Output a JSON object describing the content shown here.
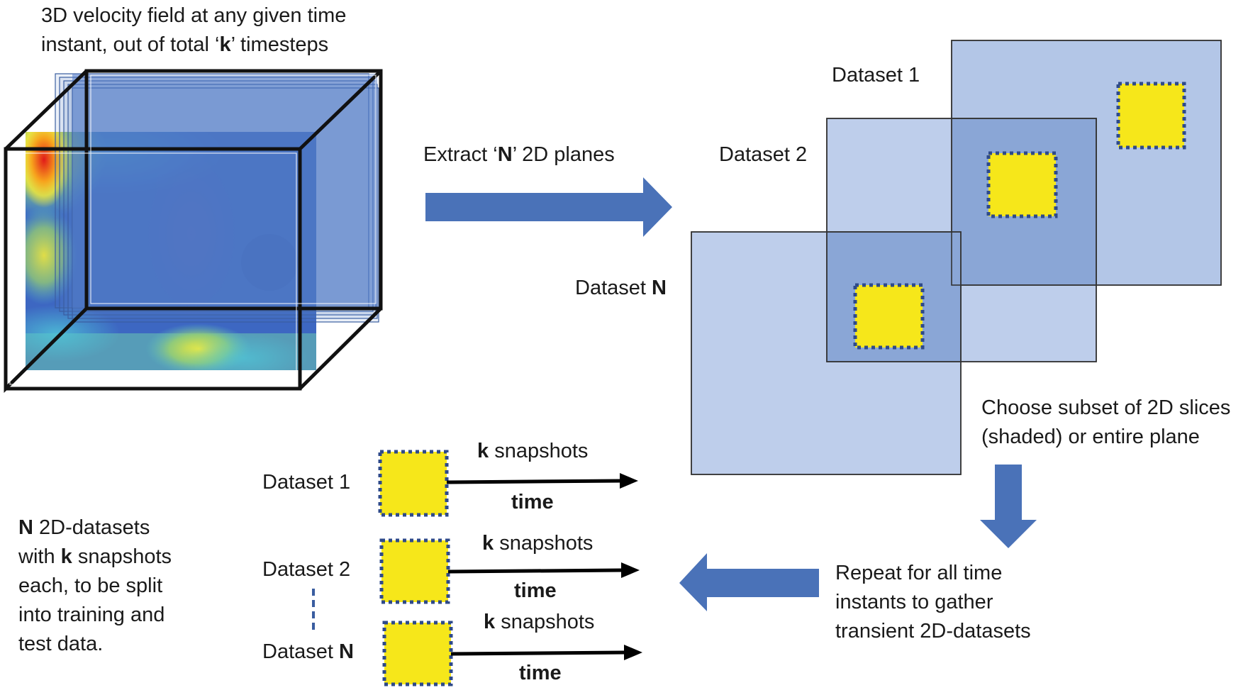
{
  "cube": {
    "caption_line1": "3D velocity field at any given time",
    "caption_line2_pre": "instant, out of total ‘",
    "caption_line2_k": "k",
    "caption_line2_post": "’ timesteps"
  },
  "extract": {
    "pre": "Extract ‘",
    "bold": "N",
    "post": "’ 2D planes"
  },
  "planes": {
    "dataset1": "Dataset 1",
    "dataset2": "Dataset 2",
    "datasetN_pre": "Dataset ",
    "datasetN_bold": "N"
  },
  "choose": {
    "line1": "Choose subset of 2D slices",
    "line2": "(shaded)  or entire plane"
  },
  "repeat": {
    "line1": "Repeat for all time",
    "line2": "instants to gather",
    "line3": "transient 2D-datasets"
  },
  "timelines": [
    {
      "label_pre": "Dataset 1",
      "label_bold": "",
      "k": "k",
      "snapshots": " snapshots",
      "time": "time"
    },
    {
      "label_pre": "Dataset 2",
      "label_bold": "",
      "k": "k",
      "snapshots": " snapshots",
      "time": "time"
    },
    {
      "label_pre": "Dataset ",
      "label_bold": "N",
      "k": "k",
      "snapshots": " snapshots",
      "time": "time"
    }
  ],
  "summary": {
    "line1_bold": "N",
    "line1_rest": " 2D-datasets",
    "line2_pre": "with ",
    "line2_bold": "k",
    "line2_rest": " snapshots",
    "line3": "each, to be split",
    "line4": "into training and",
    "line5": "test data."
  },
  "colors": {
    "arrow_blue": "#4a72b8",
    "plane_fill": "#b3c6e7",
    "plane_overlap": "#8aa6d6",
    "patch_yellow": "#f6e71a",
    "patch_border": "#2e4a8a"
  }
}
